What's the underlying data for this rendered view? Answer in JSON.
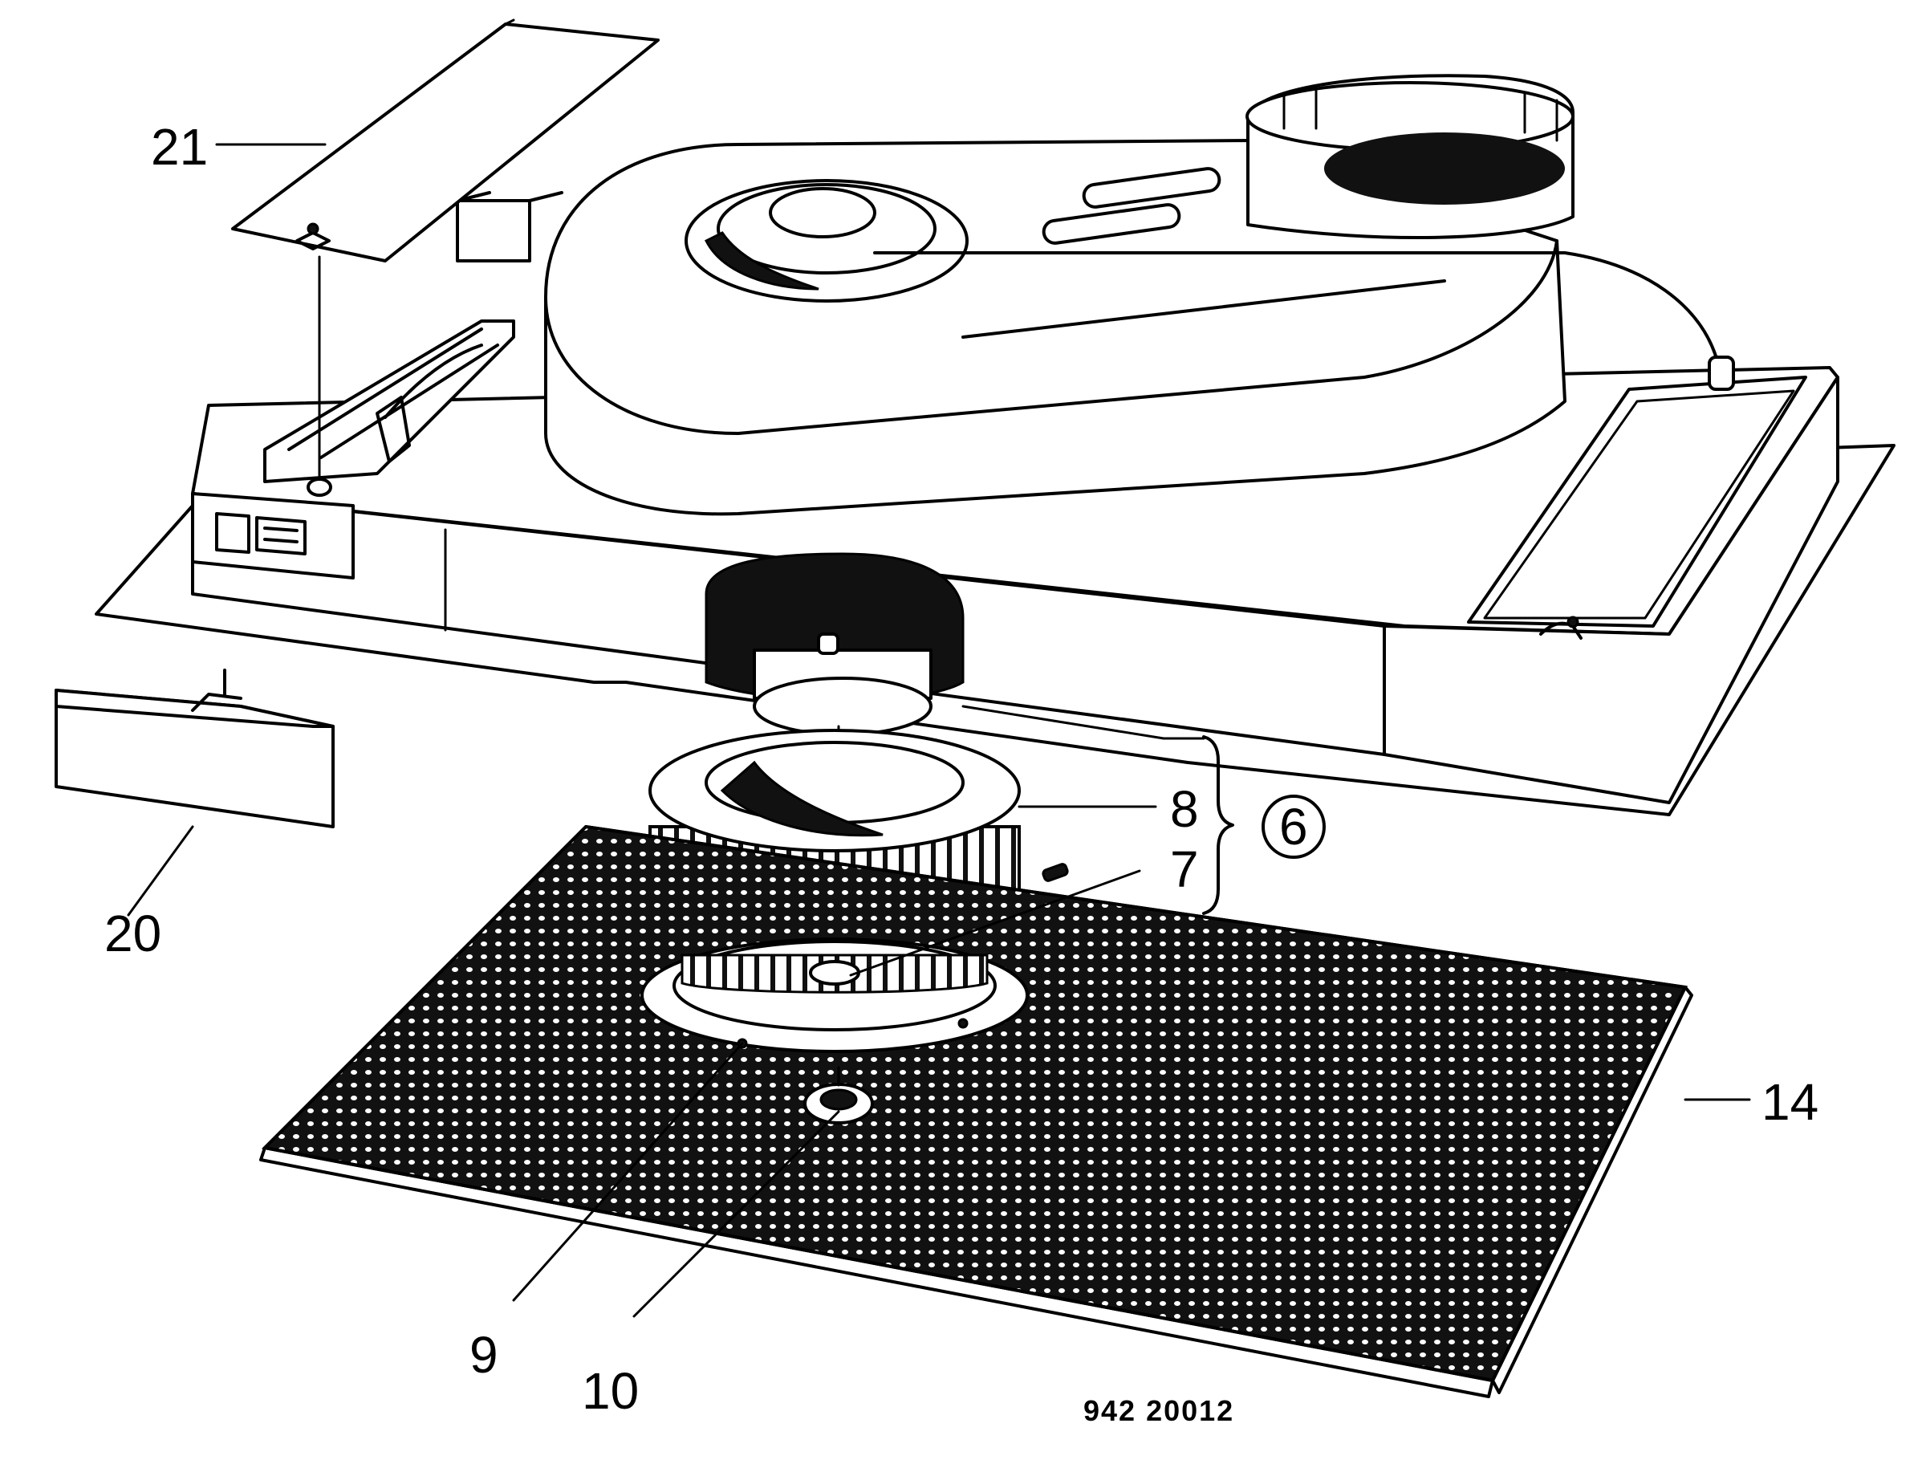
{
  "labels": {
    "part_21": "21",
    "part_20": "20",
    "part_8": "8",
    "part_6": "6",
    "part_7": "7",
    "part_14": "14",
    "part_9": "9",
    "part_10": "10"
  },
  "drawing_code": "942 20012",
  "colors": {
    "ink": "#000000",
    "paper": "#ffffff"
  }
}
